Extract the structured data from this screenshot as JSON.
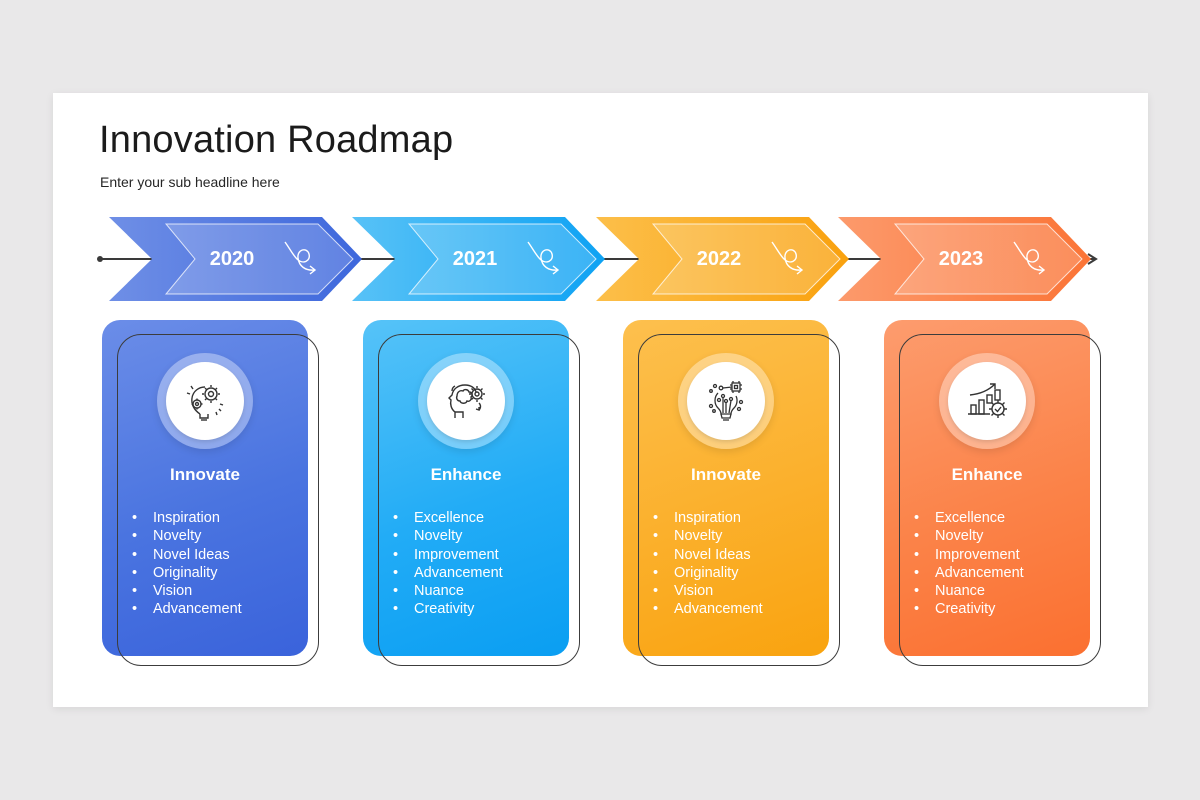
{
  "slide": {
    "title": "Innovation Roadmap",
    "subtitle": "Enter your sub headline here"
  },
  "colors": {
    "blue": "#4a74e0",
    "sky": "#1aa8f5",
    "amber": "#fbb02c",
    "orange": "#fb7f45",
    "line": "#3a3a3a"
  },
  "milestones": [
    {
      "year": "2020",
      "title": "Innovate",
      "icon": "lightbulb-gears-icon",
      "bullet": "•",
      "items": [
        "Inspiration",
        "Novelty",
        "Novel Ideas",
        "Originality",
        "Vision",
        "Advancement"
      ]
    },
    {
      "year": "2021",
      "title": "Enhance",
      "icon": "head-brain-gear-icon",
      "bullet": "•",
      "items": [
        "Excellence",
        "Novelty",
        "Improvement",
        "Advancement",
        "Nuance",
        "Creativity"
      ]
    },
    {
      "year": "2022",
      "title": "Innovate",
      "icon": "circuit-lightbulb-icon",
      "bullet": "•",
      "items": [
        "Inspiration",
        "Novelty",
        "Novel Ideas",
        "Originality",
        "Vision",
        "Advancement"
      ]
    },
    {
      "year": "2023",
      "title": "Enhance",
      "icon": "growth-chart-gear-icon",
      "bullet": "•",
      "items": [
        "Excellence",
        "Novelty",
        "Improvement",
        "Advancement",
        "Nuance",
        "Creativity"
      ]
    }
  ]
}
